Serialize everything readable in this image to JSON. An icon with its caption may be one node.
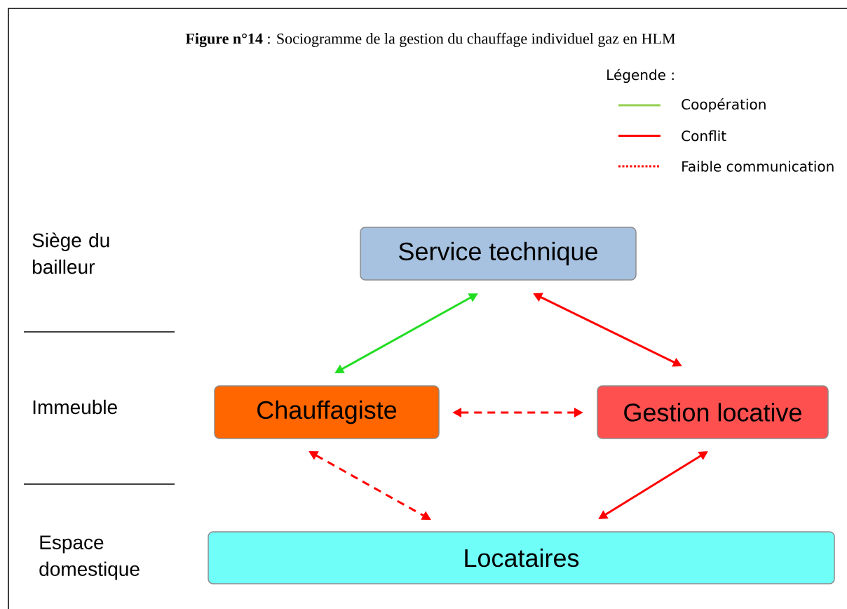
{
  "diagram": {
    "title": "**Figure n°14** : Sociogramme de la gestion du chauffage individuel gaz en HLM",
    "nodes": [
      {
        "text": [
          "Service technique"
        ]
      },
      {
        "text": [
          "Chauffagiste"
        ]
      },
      {
        "text": [
          "Gestion locative"
        ]
      },
      {
        "text": [
          "Locataires"
        ]
      }
    ],
    "edges": [
      {
        "from": 1,
        "to": 0,
        "arrow": "both",
        "color": "#22dd22"
      },
      {
        "from": 0,
        "to": 2,
        "arrow": "both",
        "color": "#ff0000"
      },
      {
        "from": 1,
        "to": 2,
        "arrow": "both",
        "style": "dashed",
        "color": "#ff0000"
      },
      {
        "from": 1,
        "to": 3,
        "arrow": "both",
        "style": "dashed",
        "color": "#ff0000"
      },
      {
        "from": 2,
        "to": 3,
        "arrow": "both",
        "color": "#ff0000"
      }
    ],
    "labels": [
      "Légende :",
      "Siège du bailleur",
      "Immeuble",
      "Espace domestique"
    ],
    "legend": [
      {
        "text": "Coopération"
      },
      {
        "text": "Conflit"
      },
      {
        "text": "Faible communication"
      }
    ]
  }
}
